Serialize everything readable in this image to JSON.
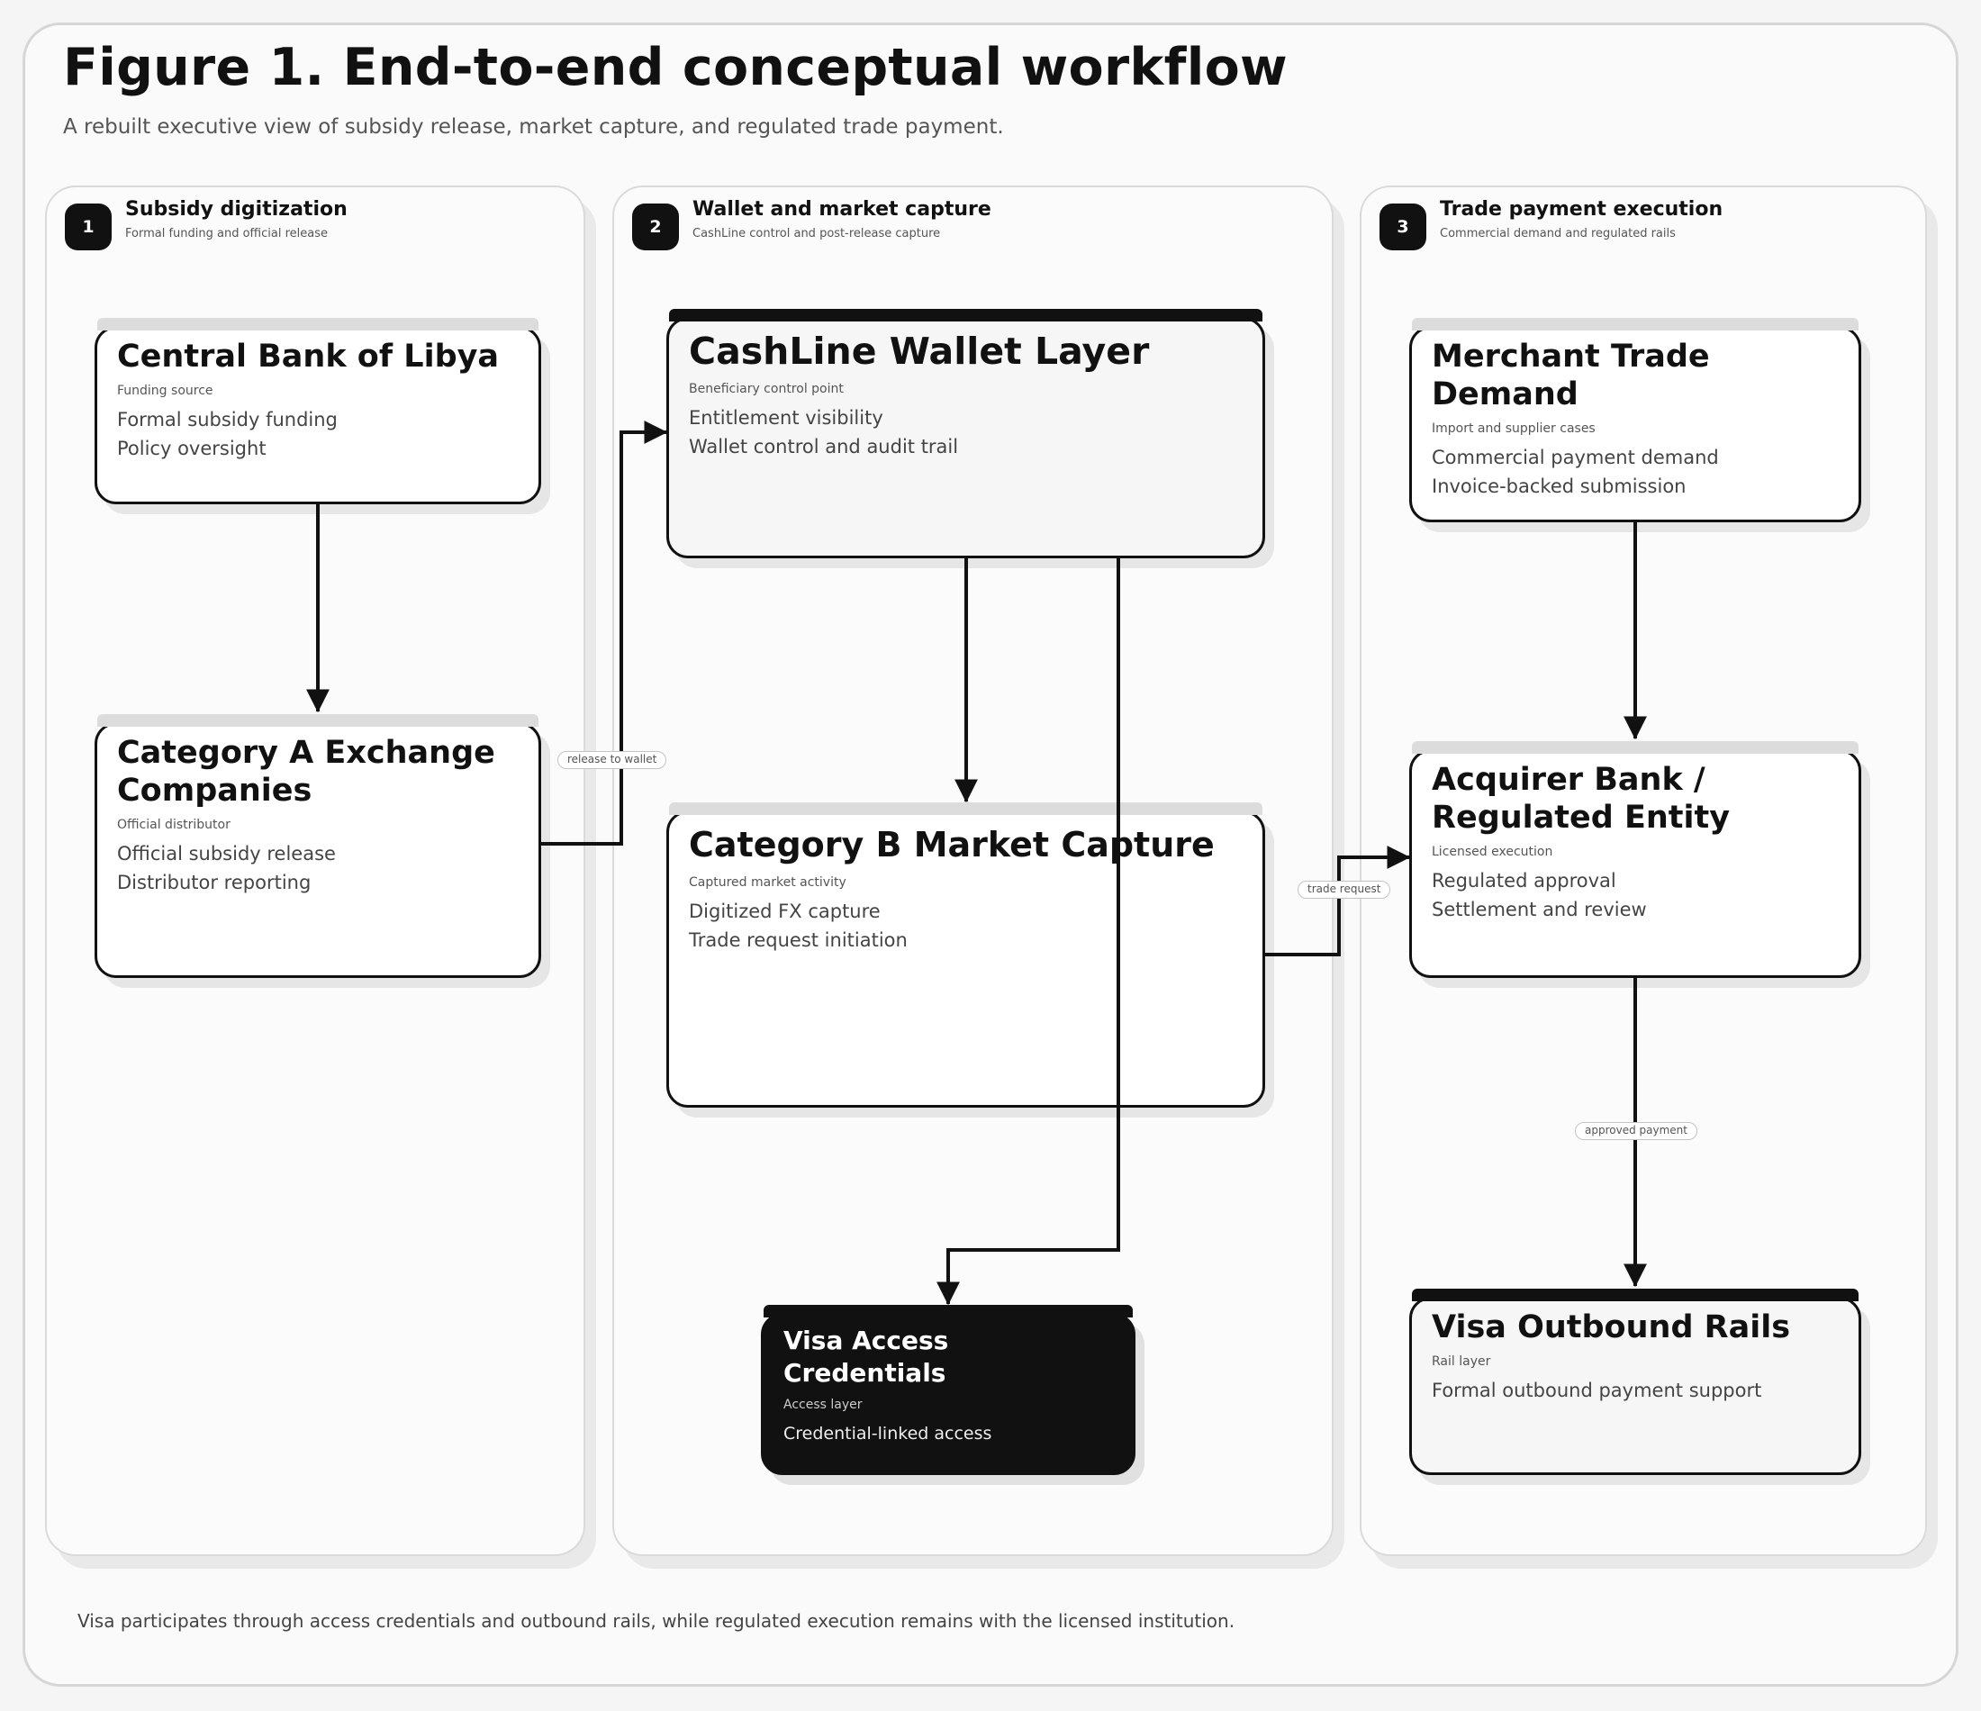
{
  "figure": {
    "title": "Figure 1. End-to-end conceptual workflow",
    "subtitle": "A rebuilt executive view of subsidy release, market capture, and regulated trade payment.",
    "footer": "Visa participates through access credentials and outbound rails, while regulated execution remains with the licensed institution."
  },
  "lanes": [
    {
      "number": "1",
      "title": "Subsidy digitization",
      "subtitle": "Formal funding and official release"
    },
    {
      "number": "2",
      "title": "Wallet and market capture",
      "subtitle": "CashLine control and post-release capture"
    },
    {
      "number": "3",
      "title": "Trade payment execution",
      "subtitle": "Commercial demand and regulated rails"
    }
  ],
  "nodes": {
    "central_bank": {
      "title": "Central Bank of Libya",
      "role": "Funding source",
      "lines": [
        "Formal subsidy funding",
        "Policy oversight"
      ]
    },
    "category_a": {
      "title": "Category A Exchange Companies",
      "role": "Official distributor",
      "lines": [
        "Official subsidy release",
        "Distributor reporting"
      ]
    },
    "cashline": {
      "title": "CashLine Wallet Layer",
      "role": "Beneficiary control point",
      "lines": [
        "Entitlement visibility",
        "Wallet control and audit trail"
      ]
    },
    "category_b": {
      "title": "Category B Market Capture",
      "role": "Captured market activity",
      "lines": [
        "Digitized FX capture",
        "Trade request initiation"
      ]
    },
    "visa_access": {
      "title": "Visa Access Credentials",
      "role": "Access layer",
      "lines": [
        "Credential-linked access"
      ]
    },
    "merchant": {
      "title": "Merchant Trade Demand",
      "role": "Import and supplier cases",
      "lines": [
        "Commercial payment demand",
        "Invoice-backed submission"
      ]
    },
    "acquirer": {
      "title": "Acquirer Bank / Regulated Entity",
      "role": "Licensed execution",
      "lines": [
        "Regulated approval",
        "Settlement and review"
      ]
    },
    "visa_rails": {
      "title": "Visa Outbound Rails",
      "role": "Rail layer",
      "lines": [
        "Formal outbound payment support"
      ]
    }
  },
  "connectors": {
    "release_to_wallet": "release to wallet",
    "trade_request": "trade request",
    "approved_payment": "approved payment"
  }
}
